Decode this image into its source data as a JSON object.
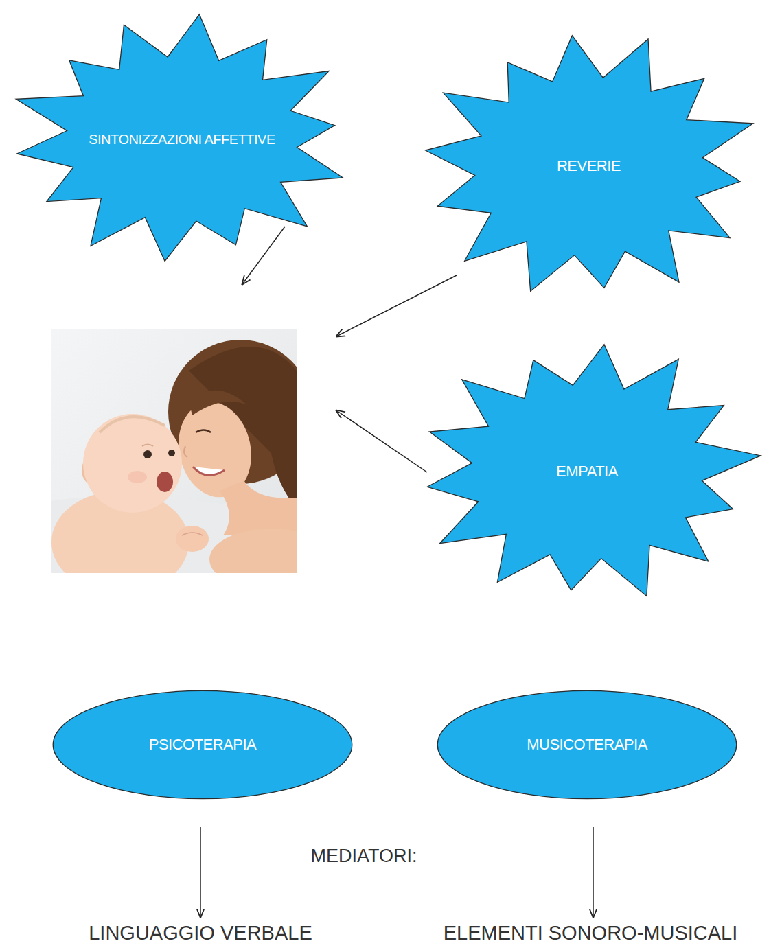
{
  "diagram": {
    "nodes": [
      {
        "text": [
          "SINTONIZZAZIONI AFFETTIVE"
        ]
      },
      {
        "text": [
          "REVERIE"
        ]
      },
      {
        "text": [
          "EMPATIA"
        ]
      },
      {
        "text": [
          "PSICOTERAPIA"
        ]
      },
      {
        "text": [
          "MUSICOTERAPIA"
        ]
      }
    ],
    "labels": [
      "MEDIATORI:",
      "LINGUAGGIO VERBALE",
      "ELEMENTI SONORO-MUSICALI"
    ]
  }
}
